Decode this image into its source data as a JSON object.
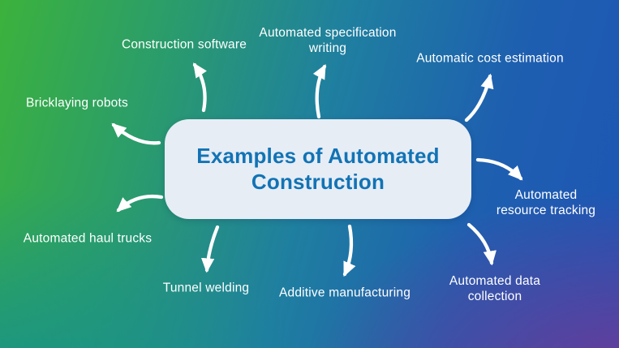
{
  "theme": {
    "bg_green": "#3cb23c",
    "bg_teal": "#128e94",
    "bg_blue": "#1d55b4",
    "bg_purple": "#6d3b8d",
    "card_bg": "#e6edf5",
    "title_color": "#1273b5",
    "label_color": "#ffffff",
    "arrow_color": "#ffffff"
  },
  "diagram": {
    "center_title": "Examples of Automated Construction",
    "nodes": [
      {
        "label": "Construction software"
      },
      {
        "label": "Automated specification writing"
      },
      {
        "label": "Automatic cost estimation"
      },
      {
        "label": "Bricklaying robots"
      },
      {
        "label": "Automated resource tracking"
      },
      {
        "label": "Automated haul trucks"
      },
      {
        "label": "Tunnel welding"
      },
      {
        "label": "Additive manufacturing"
      },
      {
        "label": "Automated data collection"
      }
    ]
  }
}
